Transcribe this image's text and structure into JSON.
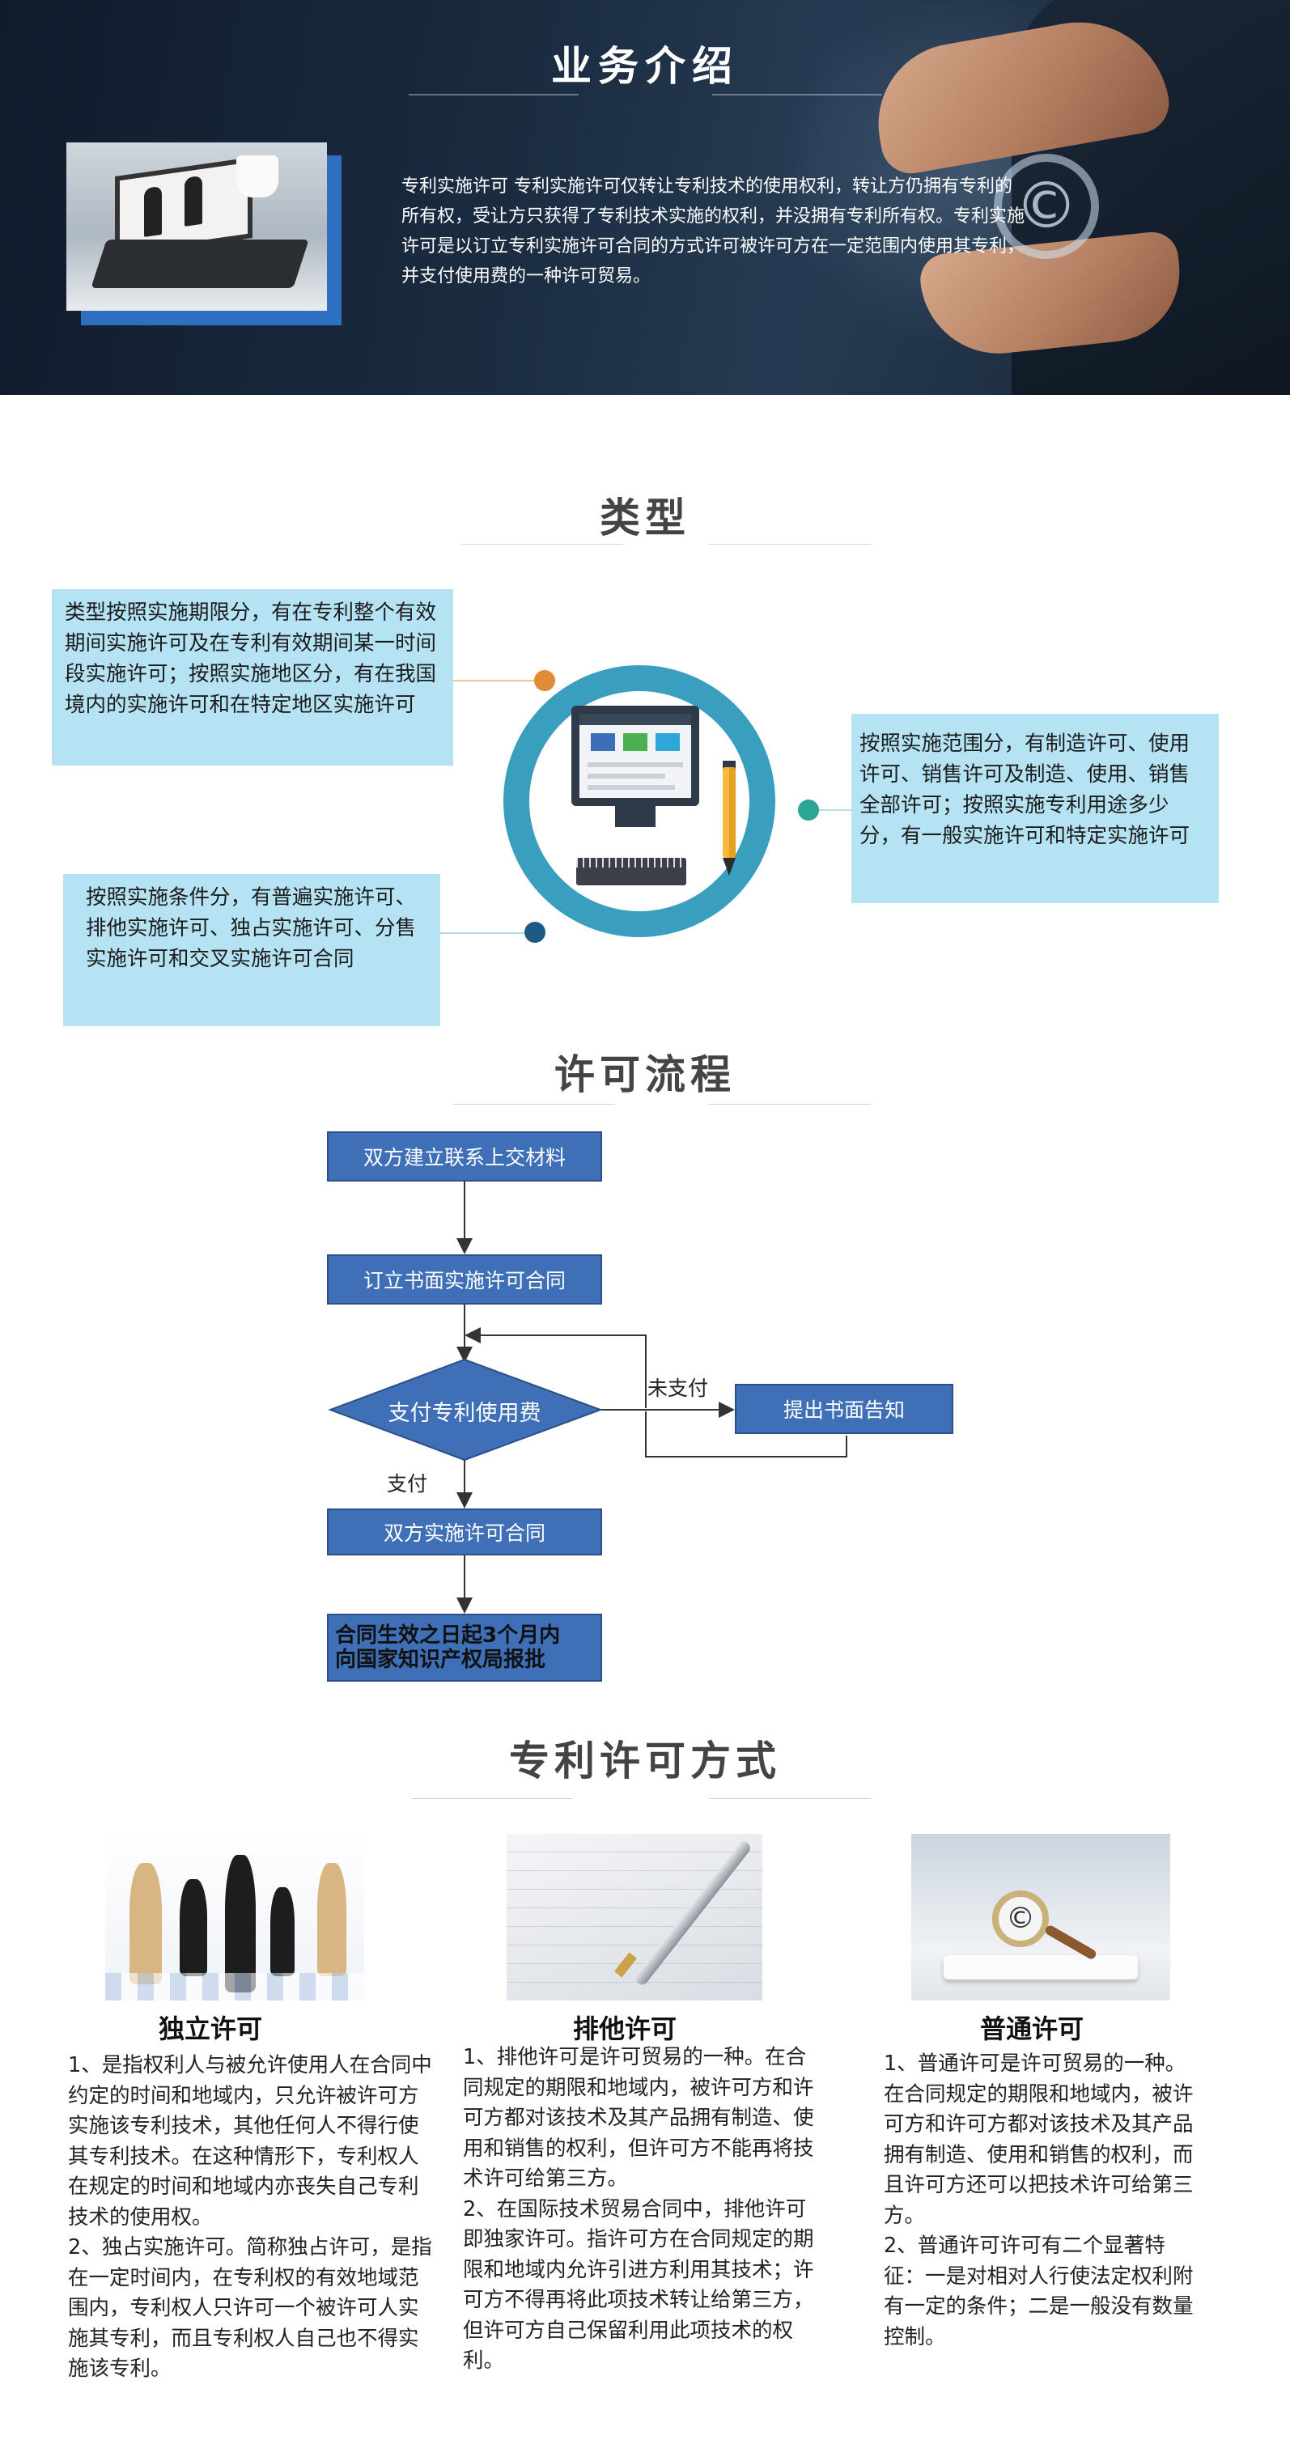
{
  "hero": {
    "title": "业务介绍",
    "intro": "专利实施许可 专利实施许可仅转让专利技术的使用权利，转让方仍拥有专利的所有权，受让方只获得了专利技术实施的权利，并没拥有专利所有权。专利实施许可是以订立专利实施许可合同的方式许可被许可方在一定范围内使用其专利，并支付使用费的一种许可贸易。",
    "photo_icon": "laptop-meeting-photo",
    "badge_icon": "copyright-icon"
  },
  "types": {
    "title": "类型",
    "period": "类型按照实施期限分，有在专利整个有效期间实施许可及在专利有效期间某一时间段实施许可；按照实施地区分，有在我国境内的实施许可和在特定地区实施许可",
    "condition": "按照实施条件分，有普遍实施许可、排他实施许可、独占实施许可、分售实施许可和交叉实施许可合同",
    "scope": "按照实施范围分，有制造许可、使用许可、销售许可及制造、使用、销售全部许可；按照实施专利用途多少分，有一般实施许可和特定实施许可",
    "center_icon": "monitor-ruler-pencil-icon",
    "colors": {
      "box": "#b5e3f3",
      "ring": "#3a9fbf",
      "dot_orange": "#e38a35",
      "dot_teal": "#2aa596",
      "dot_navy": "#1f5a86"
    }
  },
  "flow": {
    "title": "许可流程",
    "step1": "双方建立联系上交材料",
    "step2": "订立书面实施许可合同",
    "decision": "支付专利使用费",
    "no_label": "未支付",
    "notice": "提出书面告知",
    "yes_label": "支付",
    "step3": "双方实施许可合同",
    "final_line1": "合同生效之日起3个月内",
    "final_line2": "向国家知识产权局报批",
    "box_color": "#3e6fb7"
  },
  "methods": {
    "title": "专利许可方式",
    "items": [
      {
        "image": "chess-pieces-photo",
        "title": "独立许可",
        "paragraphs": [
          "1、是指权利人与被允许使用人在合同中约定的时间和地域内，只允许被许可方实施该专利技术，其他任何人不得行使其专利技术。在这种情形下，专利权人在规定的时间和地域内亦丧失自己专利技术的使用权。",
          "2、独占实施许可。简称独占许可，是指在一定时间内，在专利权的有效地域范围内，专利权人只许可一个被许可人实施其专利，而且专利权人自己也不得实施该专利。"
        ]
      },
      {
        "image": "pen-on-notebook-photo",
        "title": "排他许可",
        "paragraphs": [
          "1、排他许可是许可贸易的一种。在合同规定的期限和地域内，被许可方和许可方都对该技术及其产品拥有制造、使用和销售的权利，但许可方不能再将技术许可给第三方。",
          "2、在国际技术贸易合同中，排他许可即独家许可。指许可方在合同规定的期限和地域内允许引进方利用其技术；许可方不得再将此项技术转让给第三方，但许可方自己保留利用此项技术的权利。"
        ]
      },
      {
        "image": "magnifier-copyright-photo",
        "title": "普通许可",
        "paragraphs": [
          "1、普通许可是许可贸易的一种。在合同规定的期限和地域内，被许可方和许可方都对该技术及其产品拥有制造、使用和销售的权利，而且许可方还可以把技术许可给第三方。",
          "2、普通许可许可有二个显著特征：一是对相对人行使法定权利附有一定的条件；二是一般没有数量控制。"
        ]
      }
    ]
  }
}
